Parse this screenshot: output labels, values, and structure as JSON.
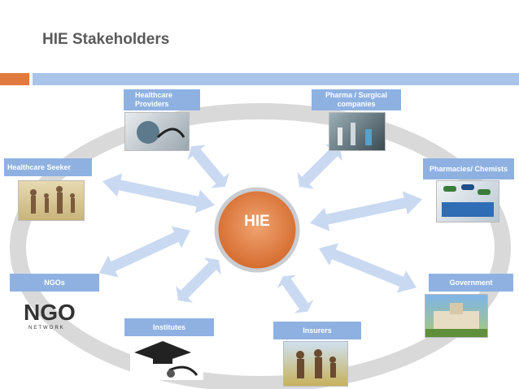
{
  "title": "HIE Stakeholders",
  "hub": "HIE",
  "nodes": {
    "healthcare_providers": "Healthcare Providers",
    "pharma_surgical": "Pharma / Surgical companies",
    "healthcare_seeker": "Healthcare Seeker",
    "pharmacies": "Pharmacies/ Chemists",
    "ngos": "NGOs",
    "government": "Government",
    "institutes": "Institutes",
    "insurers": "Insurers"
  },
  "logo_text": "NGO NETWORK",
  "colors": {
    "hub": "#e07a3e",
    "label": "#8eb1e2",
    "ring": "#d9d9d9",
    "arrow": "#c9d9f1"
  }
}
